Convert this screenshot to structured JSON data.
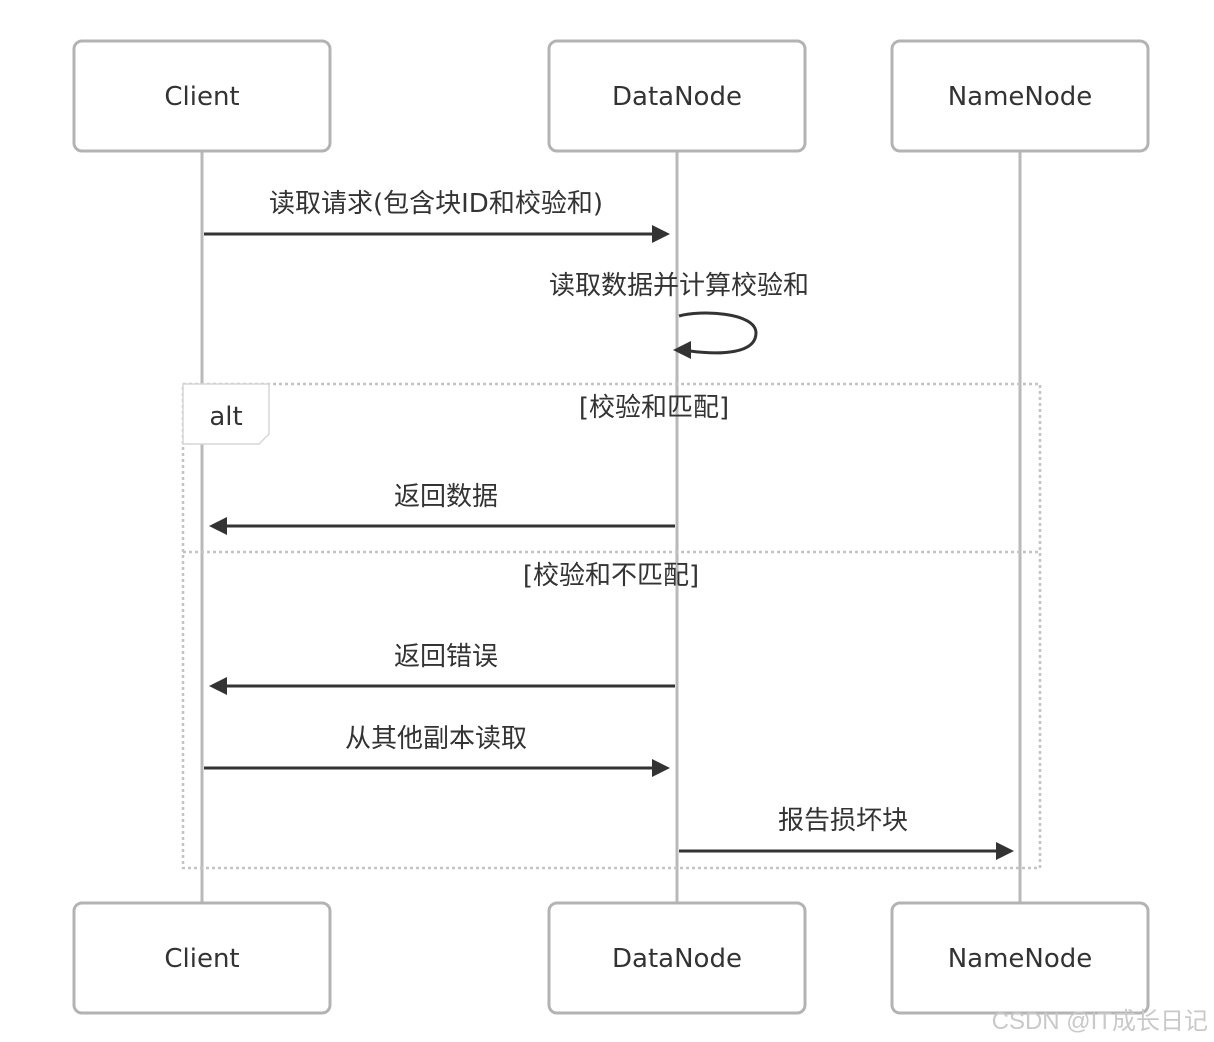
{
  "participants": [
    {
      "name": "Client"
    },
    {
      "name": "DataNode"
    },
    {
      "name": "NameNode"
    }
  ],
  "messages": [
    {
      "label": "读取请求(包含块ID和校验和)"
    },
    {
      "label": "读取数据并计算校验和"
    },
    {
      "label": "返回数据"
    },
    {
      "label": "返回错误"
    },
    {
      "label": "从其他副本读取"
    },
    {
      "label": "报告损坏块"
    }
  ],
  "alt_frame": {
    "tag": "alt",
    "condition_1": "[校验和匹配]",
    "condition_2": "[校验和不匹配]"
  },
  "watermark": "CSDN @IT成长日记"
}
